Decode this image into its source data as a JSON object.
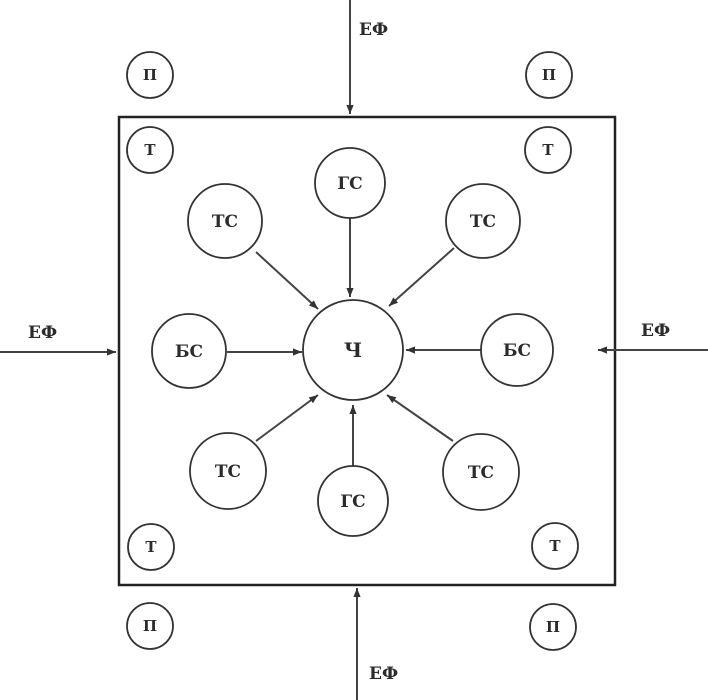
{
  "diagram": {
    "center": "Ч",
    "inner": {
      "gs_top": "ГС",
      "gs_bottom": "ГС",
      "ts_top_left": "ТС",
      "ts_top_right": "ТС",
      "ts_bottom_left": "ТС",
      "ts_bottom_right": "ТС",
      "bs_left": "БС",
      "bs_right": "БС"
    },
    "corners": {
      "t_top_left": "Т",
      "t_top_right": "Т",
      "t_bottom_left": "Т",
      "t_bottom_right": "Т",
      "p_top_left": "П",
      "p_top_right": "П",
      "p_bottom_left": "П",
      "p_bottom_right": "П"
    },
    "external": {
      "ef_top": "ЕФ",
      "ef_left": "ЕФ",
      "ef_right": "ЕФ",
      "ef_bottom": "ЕФ"
    }
  }
}
